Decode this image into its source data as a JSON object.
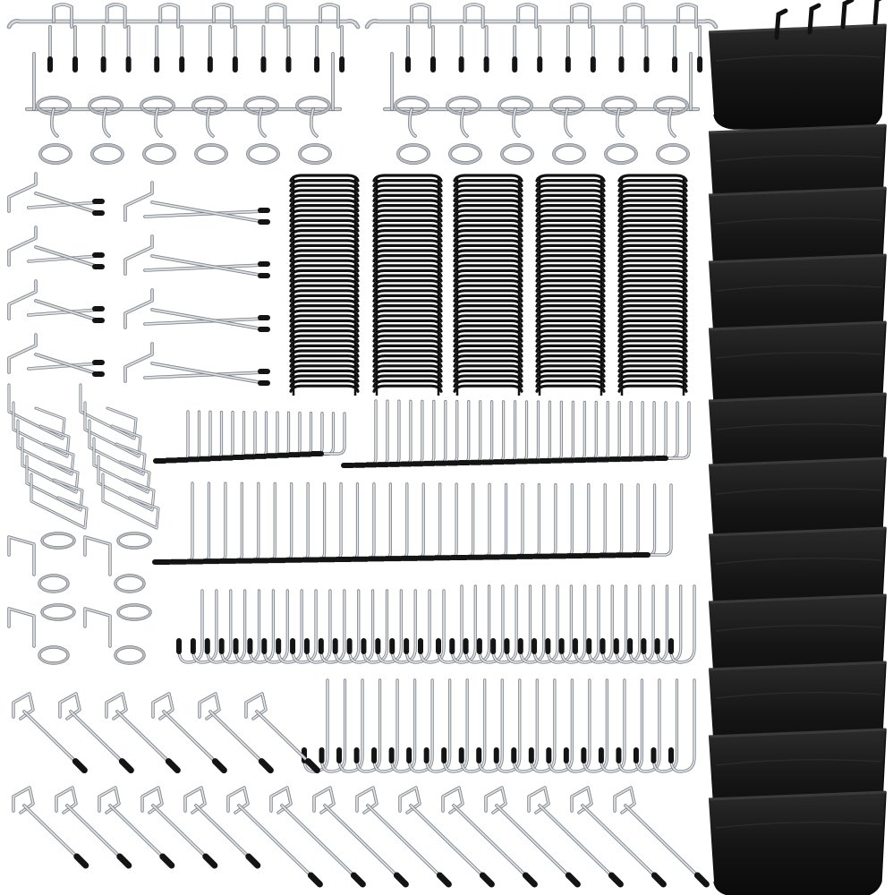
{
  "image": {
    "subject": "pegboard-accessory-kit",
    "background": "#ffffff",
    "colors": {
      "metal": "#b9bdc2",
      "metal_dark": "#6f757c",
      "metal_light": "#eef0f2",
      "rubber_tip": "#141414",
      "bin": "#1c1c1c",
      "bin_edge": "#3a3a3a",
      "bin_dark": "#0c0c0c"
    }
  },
  "groups": {
    "hook_strips": 2,
    "loop_strips": 2,
    "black_clip_stacks": 5,
    "double_prong_hooks": 8,
    "zigzag_hook_stacks": 2,
    "ring_hooks": 4,
    "l_hook_rows": 3,
    "j_hook_rows": 3,
    "single_prong_hooks_top_row": 6,
    "single_prong_hooks_bottom_row": 15,
    "black_bins": 12
  }
}
